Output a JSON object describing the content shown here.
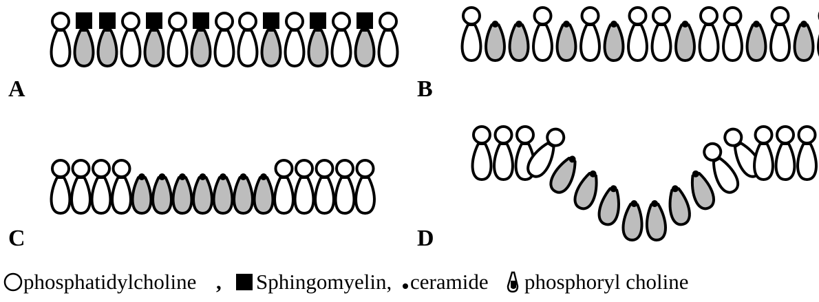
{
  "panels": [
    {
      "label": "A",
      "molecules": [
        "pc",
        "sm",
        "sm",
        "pc",
        "sm",
        "pc",
        "sm",
        "pc",
        "pc",
        "sm",
        "pc",
        "sm",
        "pc",
        "sm",
        "pc"
      ]
    },
    {
      "label": "B",
      "molecules": [
        "pc",
        "cer",
        "cer",
        "pc",
        "cer",
        "pc",
        "cer",
        "pc",
        "pc",
        "cer",
        "pc",
        "pc",
        "cer",
        "pc",
        "cer",
        "pc"
      ]
    },
    {
      "label": "C",
      "molecules": [
        "pc",
        "pc",
        "pc",
        "pc",
        "cer",
        "cer",
        "cer",
        "cer",
        "cer",
        "cer",
        "cer",
        "pc",
        "pc",
        "pc",
        "pc",
        "pc"
      ]
    },
    {
      "label": "D",
      "molecules": [
        "pc",
        "pc",
        "pc",
        "pc",
        "cer",
        "cer",
        "cer",
        "cer",
        "cer",
        "cer",
        "cer",
        "pc",
        "pc",
        "pc",
        "pc",
        "pc"
      ],
      "curved": true
    }
  ],
  "legend": {
    "pc_label": "phosphatidylcholine",
    "sep1": ",",
    "sm_label": "Sphingomyelin,",
    "cer_label": "ceramide",
    "phos_label": "phosphoryl choline"
  },
  "colors": {
    "stroke": "#000000",
    "ceramide_tail": "#bdbdbd",
    "pc_tail": "#ffffff",
    "background": "#ffffff"
  }
}
